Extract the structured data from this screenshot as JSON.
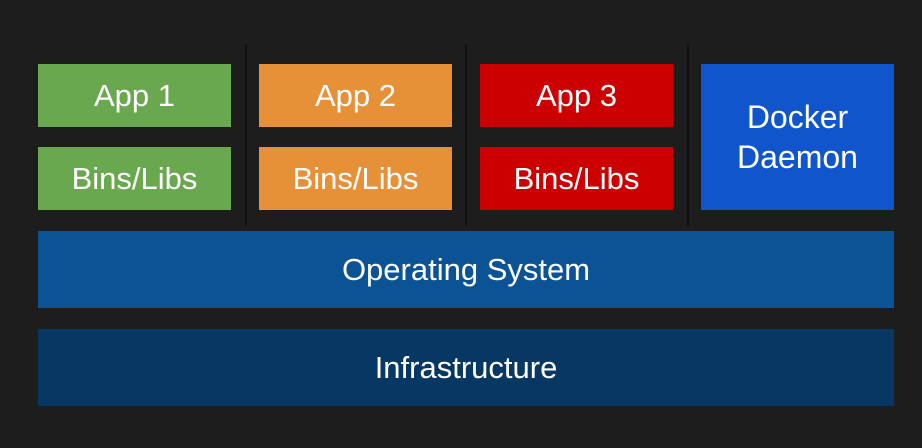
{
  "columns": [
    {
      "app": "App 1",
      "libs": "Bins/Libs",
      "color": "#6aa84f"
    },
    {
      "app": "App 2",
      "libs": "Bins/Libs",
      "color": "#e69138"
    },
    {
      "app": "App 3",
      "libs": "Bins/Libs",
      "color": "#cc0000"
    }
  ],
  "docker": {
    "line1": "Docker",
    "line2": "Daemon",
    "color": "#1155cc"
  },
  "os": {
    "label": "Operating System",
    "color": "#0b5394"
  },
  "infra": {
    "label": "Infrastructure",
    "color": "#073763"
  },
  "background_color": "#1e1d1d"
}
